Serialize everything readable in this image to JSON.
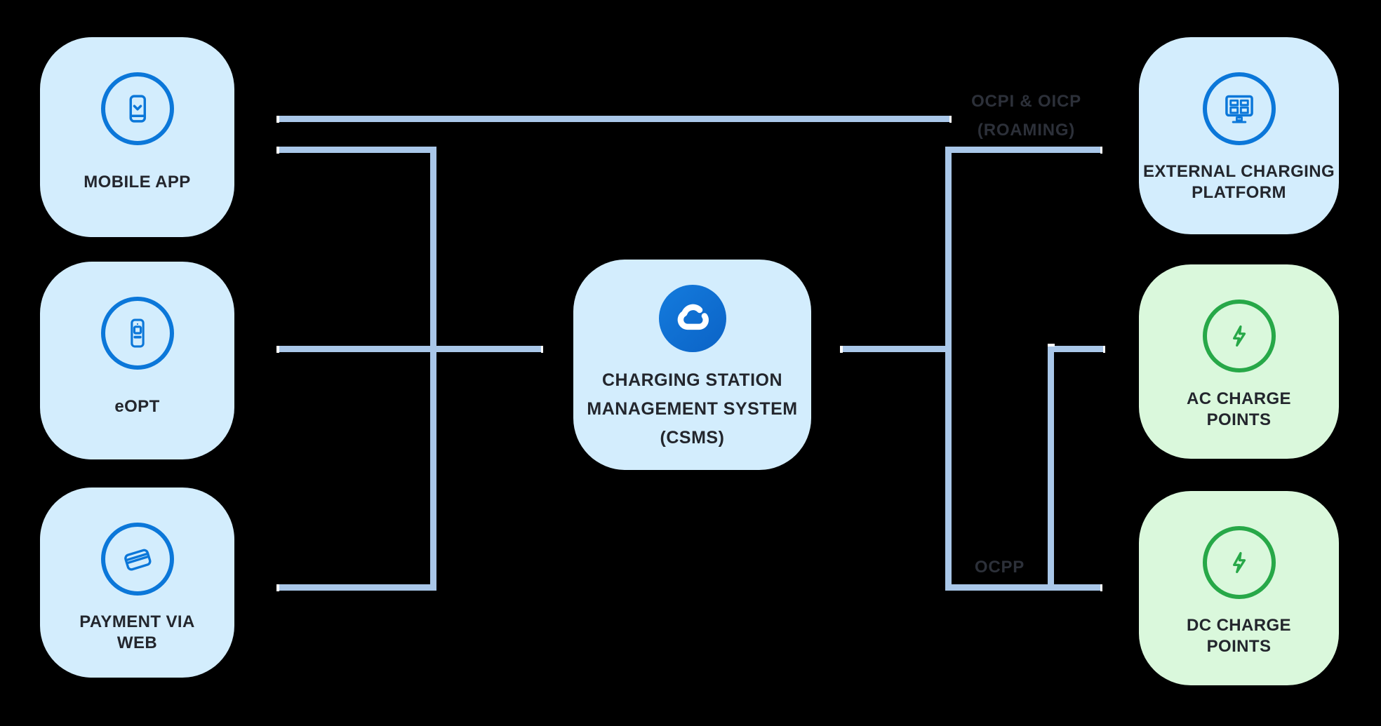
{
  "colors": {
    "bg": "#000000",
    "line": "#a9c7e9",
    "ink": "#23262d",
    "connector-ink": "#2c3039",
    "box-blue": "#d3edfd",
    "box-green": "#daf8dc",
    "icon-blue": "#0b77d9",
    "icon-green": "#27a848",
    "cloud-top": "#147bdd",
    "cloud-bottom": "#0b63c6"
  },
  "nodes": {
    "mobile": {
      "label": "MOBILE APP",
      "icon": "smartphone-download-icon"
    },
    "eopt": {
      "label": "eOPT",
      "icon": "payment-kiosk-icon"
    },
    "payment": {
      "label": "PAYMENT VIA\nWEB",
      "icon": "credit-card-icon"
    },
    "csms": {
      "label": "CHARGING STATION\nMANAGEMENT SYSTEM\n(CSMS)",
      "icon": "cloud-icon"
    },
    "external": {
      "label": "EXTERNAL CHARGING\nPLATFORM",
      "icon": "charging-platform-monitor-icon"
    },
    "ac": {
      "label": "AC CHARGE\nPOINTS",
      "icon": "lightning-bolt-icon"
    },
    "dc": {
      "label": "DC CHARGE\nPOINTS",
      "icon": "lightning-bolt-icon"
    }
  },
  "connectors": {
    "roaming_label": "OCPI & OICP\n(ROAMING)",
    "ocpp_label": "OCPP"
  }
}
